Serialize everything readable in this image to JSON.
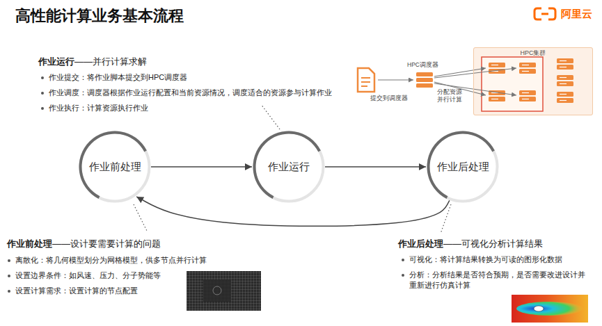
{
  "diagram": {
    "title": "高性能计算业务基本流程",
    "nodes": [
      {
        "text": [
          "HPC集群"
        ]
      },
      {
        "text": [
          "作业前处理"
        ]
      },
      {
        "text": [
          "作业运行"
        ]
      },
      {
        "text": [
          "作业后处理"
        ]
      }
    ],
    "edges": [
      {
        "from": 1,
        "to": 2,
        "arrow": "to"
      },
      {
        "from": 2,
        "to": 3,
        "arrow": "to"
      },
      {
        "from": 3,
        "to": 1,
        "arrow": "to"
      }
    ],
    "labels": [
      "阿里云",
      "作业运行",
      "——并行计算求解",
      "作业提交：将作业脚本提交到HPC调度器",
      "作业调度：调度器根据作业运行配置和当前资源情况，调度适合的资源参与计算作业",
      "作业执行：计算资源执行作业",
      "HPC调度器",
      "提交到调度器",
      "分配资源 并行计算",
      "作业前处理",
      "——设计要需要计算的问题",
      "离散化：将几何模型划分为网格模型，供多节点并行计算",
      "设置边界条件：如风速、压力、分子势能等",
      "设置计算需求：设置计算的节点配置",
      "作业后处理",
      "——可视化分析计算结果",
      "可视化：将计算结果转换为可读的图形化数据",
      "分析：分析结果是否符合预期，是否需要改进设计并重新进行仿真计算"
    ]
  }
}
